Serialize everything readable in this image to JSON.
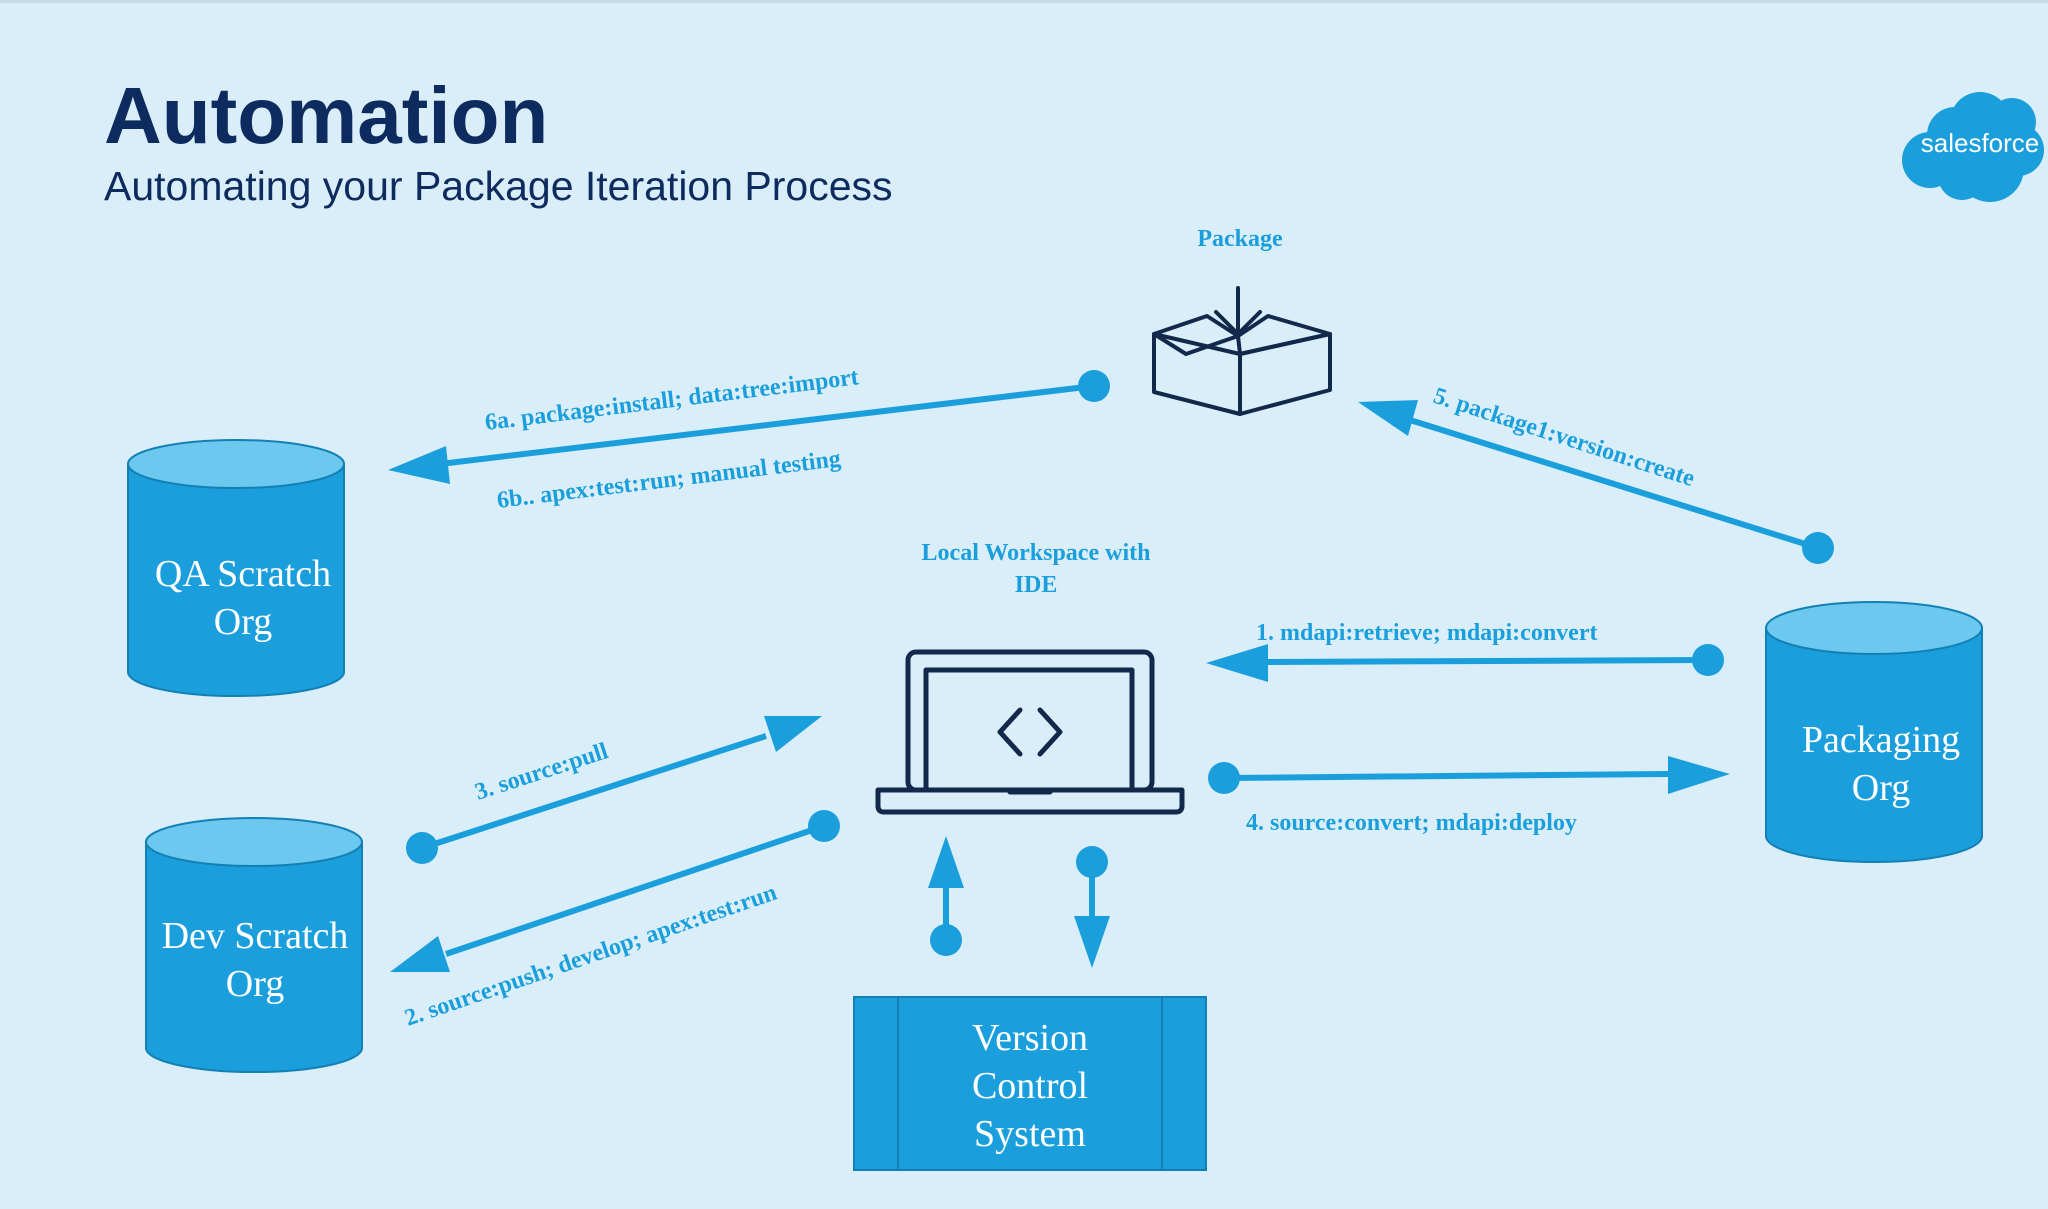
{
  "header": {
    "title": "Automation",
    "subtitle": "Automating your Package Iteration Process"
  },
  "logo": {
    "text": "salesforce",
    "color": "#1a9fdc"
  },
  "nodes": {
    "package": {
      "label": "Package",
      "icon": "package-box-icon"
    },
    "workspace": {
      "label_line1": "Local Workspace with",
      "label_line2": "IDE",
      "icon": "laptop-code-icon"
    },
    "qa": {
      "line1": "QA Scratch",
      "line2": "Org"
    },
    "dev": {
      "line1": "Dev Scratch",
      "line2": "Org"
    },
    "packaging": {
      "line1": "Packaging",
      "line2": "Org"
    },
    "vcs": {
      "line1": "Version",
      "line2": "Control",
      "line3": "System"
    }
  },
  "steps": {
    "s1": "1. mdapi:retrieve; mdapi:convert",
    "s2": "2. source:push; develop; apex:test:run",
    "s3": "3. source:pull",
    "s4": "4. source:convert; mdapi:deploy",
    "s5": "5. package1:version:create",
    "s6a": "6a. package:install; data:tree:import",
    "s6b": "6b.. apex:test:run; manual testing"
  },
  "colors": {
    "background": "#d9eef8",
    "title": "#0d2b5e",
    "accent": "#1a9fdc",
    "cylinder_top": "#6cc8ee",
    "icon_stroke": "#13294b"
  }
}
